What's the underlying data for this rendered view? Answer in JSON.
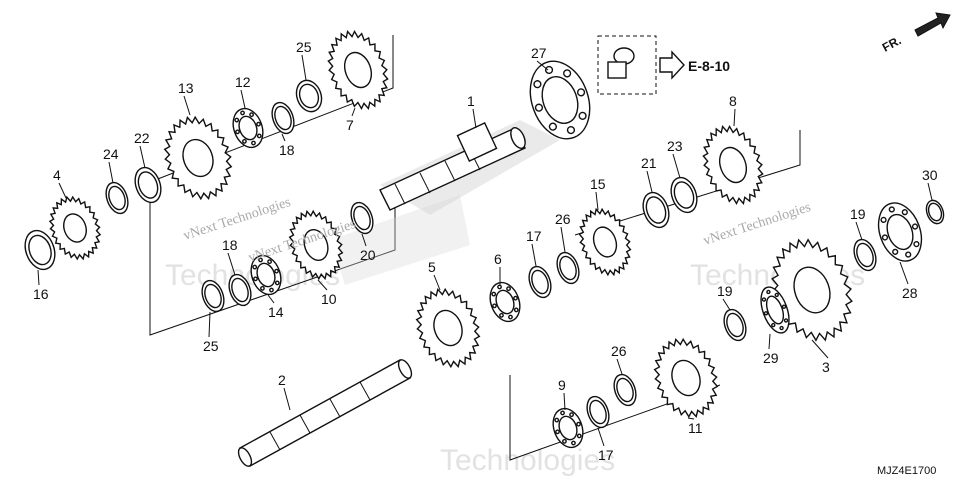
{
  "reference": {
    "label": "E-8-10"
  },
  "direction": {
    "label": "FR."
  },
  "diagram_code": "MJZ4E1700",
  "watermarks": [
    "vNext Technologies",
    "vNext Technologies",
    "vNext Technologies",
    "Technologies",
    "Technologies",
    "Technologies"
  ],
  "callouts": [
    {
      "id": "1"
    },
    {
      "id": "2"
    },
    {
      "id": "3"
    },
    {
      "id": "4"
    },
    {
      "id": "5"
    },
    {
      "id": "6"
    },
    {
      "id": "7"
    },
    {
      "id": "8"
    },
    {
      "id": "9"
    },
    {
      "id": "10"
    },
    {
      "id": "11"
    },
    {
      "id": "12"
    },
    {
      "id": "13"
    },
    {
      "id": "14"
    },
    {
      "id": "15"
    },
    {
      "id": "16"
    },
    {
      "id": "17"
    },
    {
      "id": "17"
    },
    {
      "id": "18"
    },
    {
      "id": "18"
    },
    {
      "id": "19"
    },
    {
      "id": "19"
    },
    {
      "id": "20"
    },
    {
      "id": "21"
    },
    {
      "id": "22"
    },
    {
      "id": "23"
    },
    {
      "id": "24"
    },
    {
      "id": "25"
    },
    {
      "id": "25"
    },
    {
      "id": "26"
    },
    {
      "id": "26"
    },
    {
      "id": "27"
    },
    {
      "id": "28"
    },
    {
      "id": "29"
    },
    {
      "id": "30"
    }
  ]
}
